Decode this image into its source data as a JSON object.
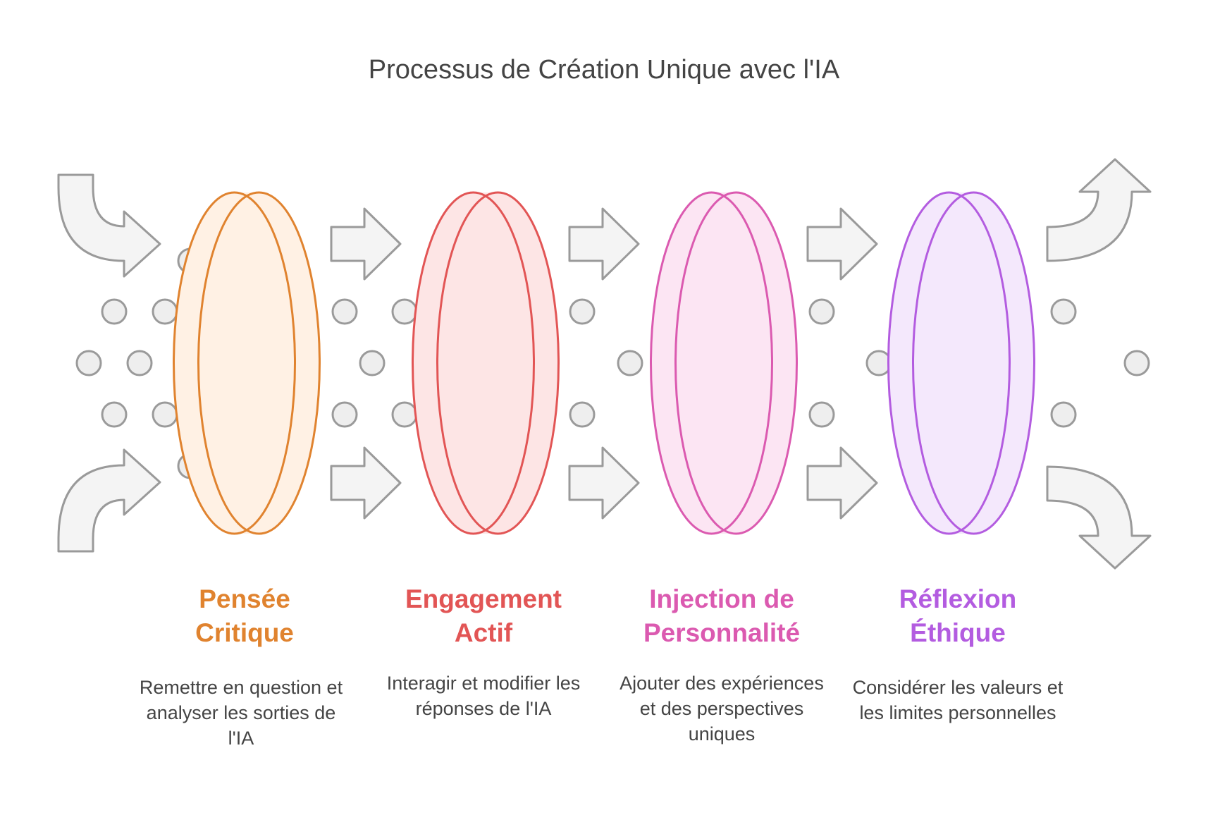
{
  "title": "Processus de Création Unique avec l'IA",
  "stages": [
    {
      "title_line1": "Pensée",
      "title_line2": "Critique",
      "description": "Remettre en question et analyser les sorties de l'IA",
      "color": "#E0832F",
      "fill": "#FFF1E4"
    },
    {
      "title_line1": "Engagement",
      "title_line2": "Actif",
      "description": "Interagir et modifier les réponses de l'IA",
      "color": "#E25555",
      "fill": "#FDE5E5"
    },
    {
      "title_line1": "Injection de",
      "title_line2": "Personnalité",
      "description": "Ajouter des expériences et des perspectives uniques",
      "color": "#DB5AB0",
      "fill": "#FCE5F3"
    },
    {
      "title_line1": "Réflexion",
      "title_line2": "Éthique",
      "description": "Considérer les valeurs et les limites personnelles",
      "color": "#B35CE0",
      "fill": "#F4E8FC"
    }
  ],
  "colors": {
    "arrow_fill": "#F4F4F4",
    "arrow_stroke": "#9A9A9A",
    "dot_fill": "#EEEEEE",
    "dot_stroke": "#9A9A9A"
  }
}
